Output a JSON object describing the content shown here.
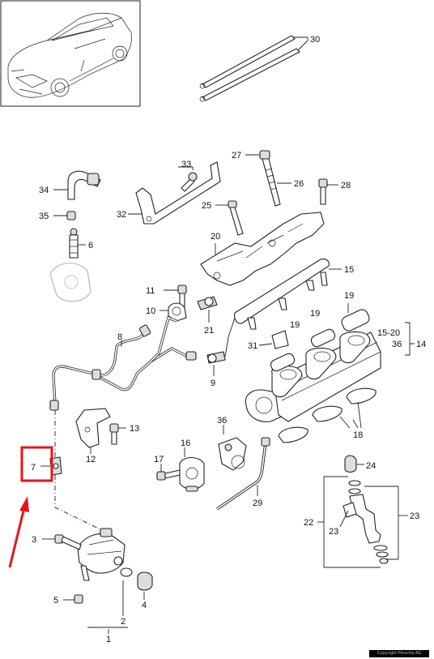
{
  "callouts": {
    "c1": "1",
    "c2": "2",
    "c3": "3",
    "c4": "4",
    "c5": "5",
    "c6": "6",
    "c7": "7",
    "c8": "8",
    "c9": "9",
    "c10": "10",
    "c11": "11",
    "c12": "12",
    "c13": "13",
    "c14": "14",
    "c15": "15",
    "c15_20": "15-20",
    "c16": "16",
    "c17": "17",
    "c18": "18",
    "c19a": "19",
    "c19b": "19",
    "c19c": "19",
    "c20": "20",
    "c21": "21",
    "c22": "22",
    "c23a": "23",
    "c23b": "23",
    "c24": "24",
    "c25": "25",
    "c26": "26",
    "c27": "27",
    "c28": "28",
    "c29": "29",
    "c30": "30",
    "c31": "31",
    "c32": "32",
    "c33": "33",
    "c34": "34",
    "c35": "35",
    "c36a": "36",
    "c36b": "36"
  },
  "highlight": {
    "target_callout": "7",
    "color": "#e8141c"
  },
  "watermark": "Copyright Porsche AG"
}
